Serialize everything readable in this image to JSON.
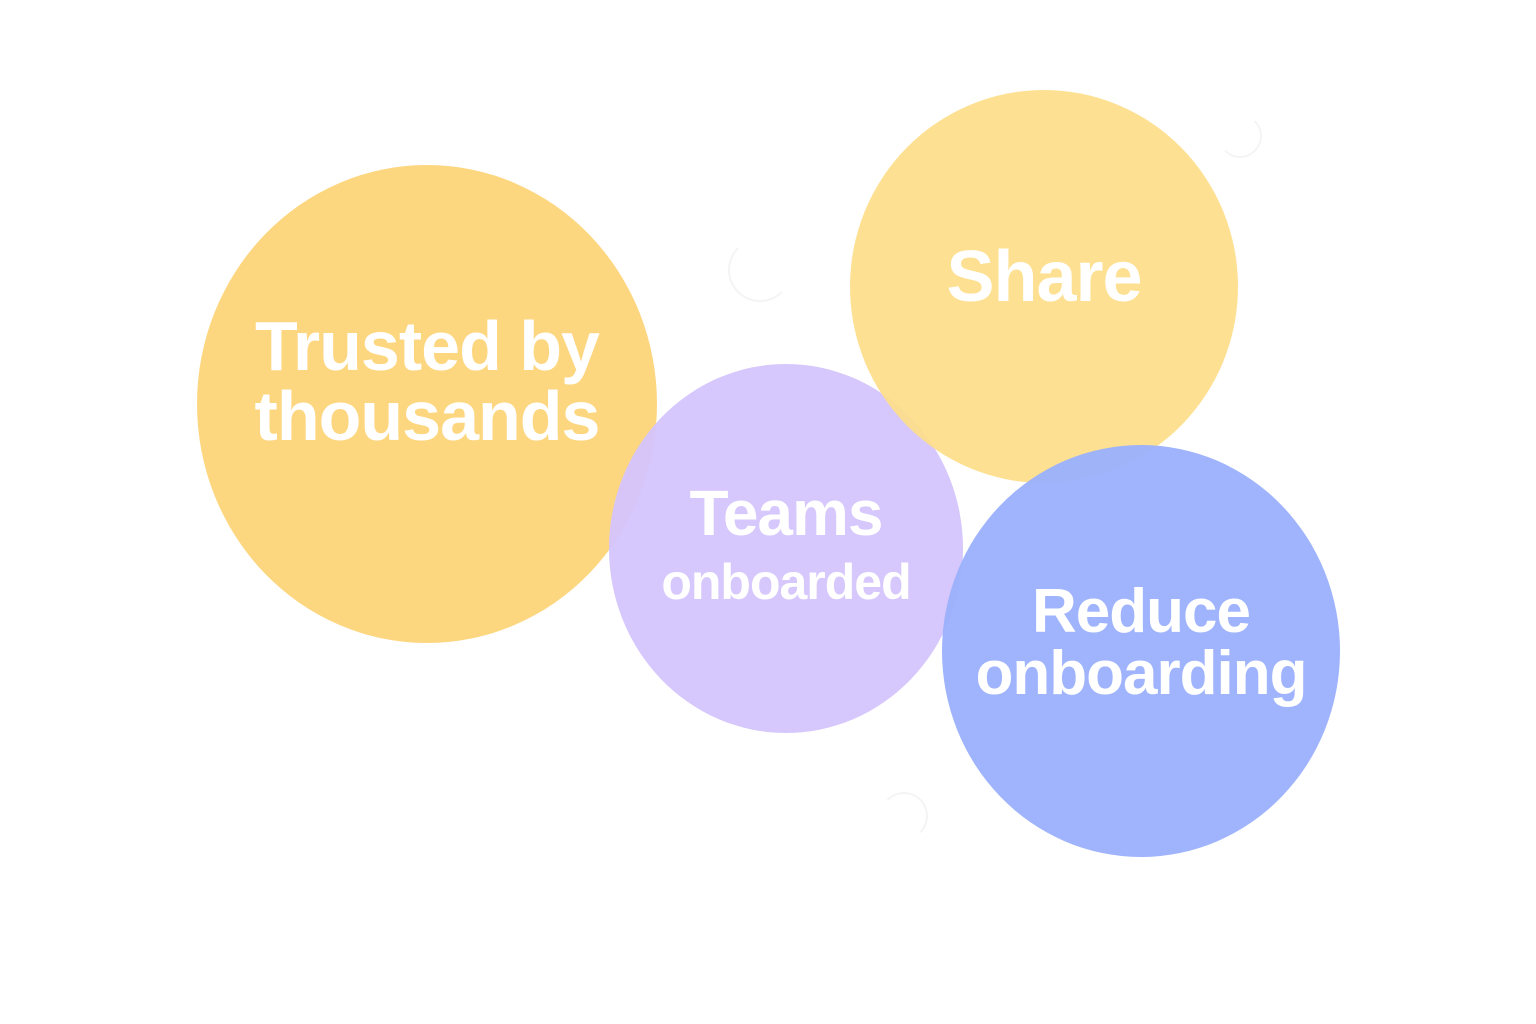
{
  "bubbles": {
    "trusted": {
      "lines": [
        "Trusted by",
        "thousands"
      ],
      "color": "#fdd680"
    },
    "teams": {
      "title": "Teams",
      "subtitle": "onboarded",
      "color": "#d4c4fc"
    },
    "share": {
      "label": "Share",
      "color": "#fdde8a"
    },
    "reduce": {
      "lines": [
        "Reduce",
        "onboarding"
      ],
      "color": "#9cb2fc"
    }
  },
  "text_color": "#ffffff",
  "background": "#ffffff"
}
